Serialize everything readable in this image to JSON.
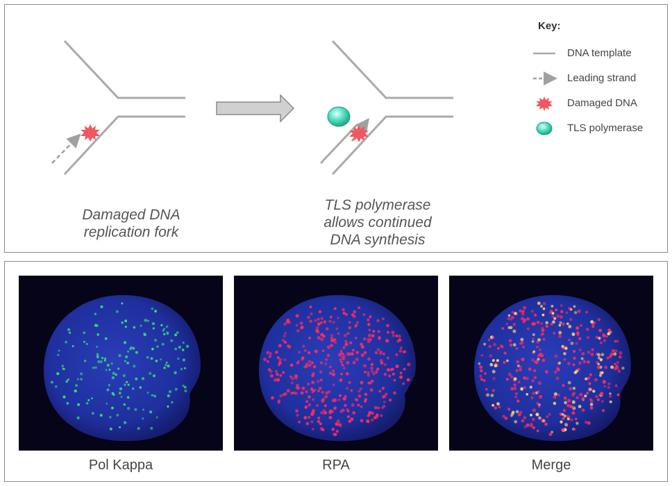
{
  "diagram": {
    "caption_left": [
      "Damaged DNA",
      "replication fork"
    ],
    "caption_right": [
      "TLS polymerase",
      "allows continued",
      "DNA synthesis"
    ]
  },
  "key": {
    "title": "Key:",
    "items": [
      {
        "label": "DNA template",
        "icon": "solid-line-icon"
      },
      {
        "label": "Leading strand",
        "icon": "dashed-arrow-icon"
      },
      {
        "label": "Damaged DNA",
        "icon": "starburst-icon"
      },
      {
        "label": "TLS polymerase",
        "icon": "green-oval-icon"
      }
    ]
  },
  "micrographs": {
    "labels": [
      "Pol Kappa",
      "RPA",
      "Merge"
    ],
    "colors": {
      "nucleus": "#1f2f9e",
      "pol_kappa": "#35e27a",
      "rpa": "#ff2a64",
      "merge": "#ffd27a"
    }
  },
  "colors": {
    "line": "#a9a9a9",
    "damage": "#f0575f",
    "polymerase": "#2fd9b0",
    "arrow_fill": "#d0d0d0"
  }
}
